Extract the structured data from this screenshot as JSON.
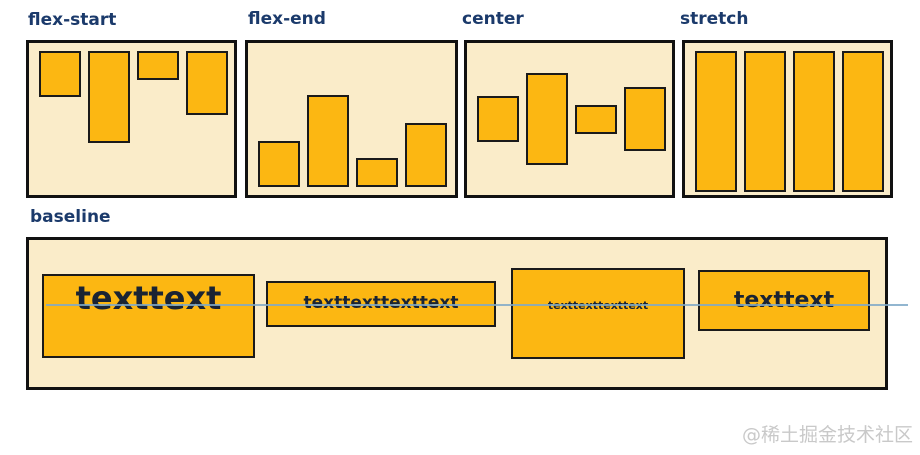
{
  "panels": [
    {
      "label": "flex-start",
      "align_value": "flex-start",
      "bar_heights": [
        46,
        92,
        29,
        64
      ]
    },
    {
      "label": "flex-end",
      "align_value": "flex-end",
      "bar_heights": [
        46,
        92,
        29,
        64
      ]
    },
    {
      "label": "center",
      "align_value": "center",
      "bar_heights": [
        46,
        92,
        29,
        64
      ]
    },
    {
      "label": "stretch",
      "align_value": "stretch",
      "bar_heights": [
        null,
        null,
        null,
        null
      ]
    }
  ],
  "baseline_section": {
    "label": "baseline",
    "items": [
      {
        "text": "texttext"
      },
      {
        "text": "texttexttexttext"
      },
      {
        "text": "texttexttexttext"
      },
      {
        "text": "texttext"
      }
    ]
  },
  "watermark": {
    "text": "@稀土掘金技术社区"
  },
  "colors": {
    "panel_bg": "#FAECC9",
    "bar_fill": "#FCB712",
    "bar_border": "#1A1A1A",
    "panel_border": "#111111",
    "label_text": "#1B3A6B",
    "box_text": "#1A2433",
    "baseline_line": "#7FA9C8",
    "watermark_text": "#C9C9C9"
  }
}
